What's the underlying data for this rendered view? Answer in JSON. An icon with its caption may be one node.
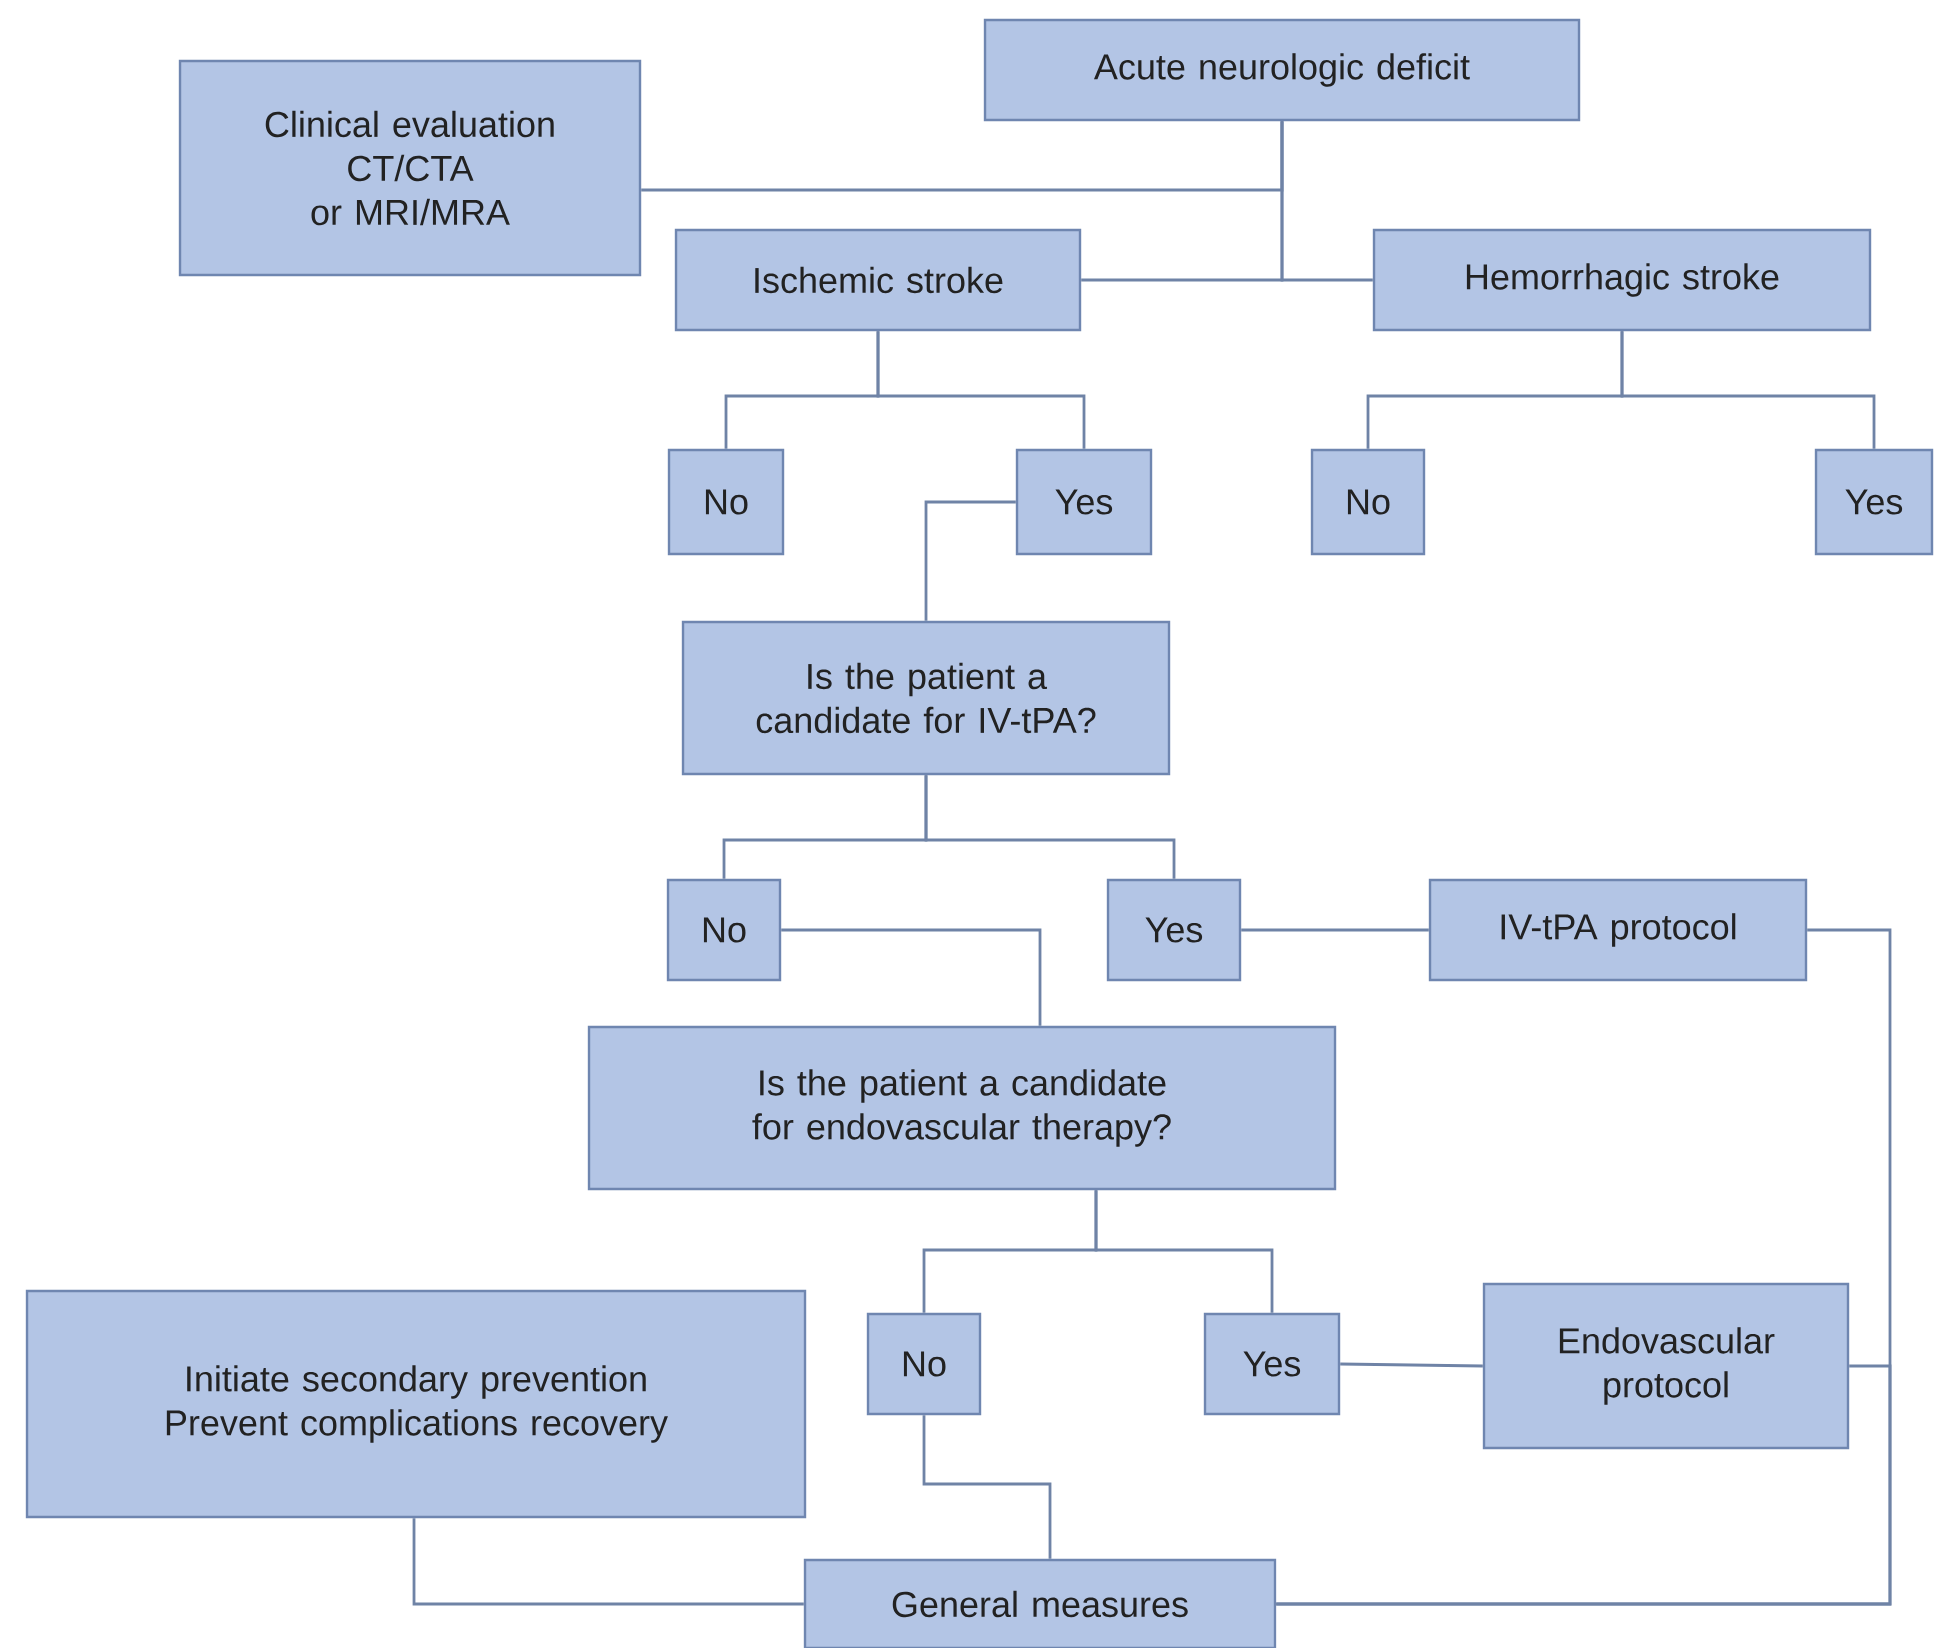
{
  "diagram": {
    "nodes": [
      {
        "text": [
          "Acute neurologic deficit"
        ]
      },
      {
        "text": [
          "Clinical evaluation",
          "CT/CTA",
          "or MRI/MRA"
        ]
      },
      {
        "text": [
          "Ischemic stroke"
        ]
      },
      {
        "text": [
          "Hemorrhagic stroke"
        ]
      },
      {
        "text": [
          "No"
        ]
      },
      {
        "text": [
          "Yes"
        ]
      },
      {
        "text": [
          "No"
        ]
      },
      {
        "text": [
          "Yes"
        ]
      },
      {
        "text": [
          "Is the patient a candidate for IV-tPA?"
        ]
      },
      {
        "text": [
          "No"
        ]
      },
      {
        "text": [
          "Yes"
        ]
      },
      {
        "text": [
          "IV-tPA protocol"
        ]
      },
      {
        "text": [
          "Is the patient a candidate for endovascular therapy?"
        ]
      },
      {
        "text": [
          "No"
        ]
      },
      {
        "text": [
          "Yes"
        ]
      },
      {
        "text": [
          "Endovascular protocol"
        ]
      },
      {
        "text": [
          "Initiate secondary prevention",
          "Prevent complications recovery"
        ]
      },
      {
        "text": [
          "General measures"
        ]
      }
    ],
    "edges": [
      {
        "from": 0,
        "to": 1,
        "arrow": "none"
      },
      {
        "from": 0,
        "to": 2,
        "arrow": "none"
      },
      {
        "from": 0,
        "to": 3,
        "arrow": "none"
      },
      {
        "from": 2,
        "to": 4,
        "arrow": "none"
      },
      {
        "from": 2,
        "to": 5,
        "arrow": "none"
      },
      {
        "from": 3,
        "to": 6,
        "arrow": "none"
      },
      {
        "from": 3,
        "to": 7,
        "arrow": "none"
      },
      {
        "from": 5,
        "to": 8,
        "arrow": "none"
      },
      {
        "from": 8,
        "to": 9,
        "arrow": "none"
      },
      {
        "from": 8,
        "to": 10,
        "arrow": "none"
      },
      {
        "from": 9,
        "to": 12,
        "arrow": "none"
      },
      {
        "from": 10,
        "to": 11,
        "arrow": "none"
      },
      {
        "from": 11,
        "to": 17,
        "arrow": "none"
      },
      {
        "from": 12,
        "to": 13,
        "arrow": "none"
      },
      {
        "from": 12,
        "to": 14,
        "arrow": "none"
      },
      {
        "from": 14,
        "to": 15,
        "arrow": "none"
      },
      {
        "from": 15,
        "to": 17,
        "arrow": "none"
      },
      {
        "from": 13,
        "to": 17,
        "arrow": "none"
      },
      {
        "from": 16,
        "to": 17,
        "arrow": "none"
      }
    ]
  }
}
